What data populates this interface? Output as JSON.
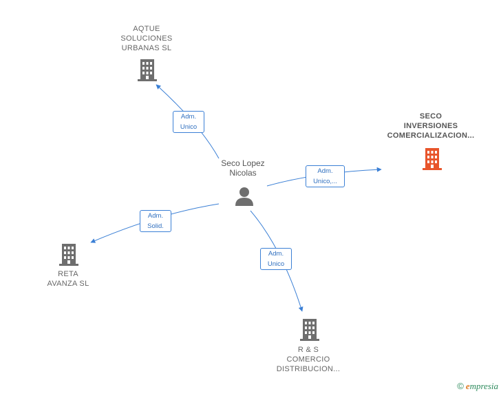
{
  "nodes": {
    "person": {
      "lines": [
        "Seco Lopez",
        "Nicolas"
      ],
      "icon": "person-icon"
    },
    "aqtue": {
      "lines": [
        "AQTUE",
        "SOLUCIONES",
        "URBANAS SL"
      ],
      "icon": "building-icon"
    },
    "seco": {
      "lines": [
        "SECO",
        "INVERSIONES",
        "COMERCIALIZACION..."
      ],
      "icon": "building-icon",
      "color": "#e8552b"
    },
    "reta": {
      "lines": [
        "RETA",
        "AVANZA  SL"
      ],
      "icon": "building-icon"
    },
    "rs": {
      "lines": [
        "R & S",
        "COMERCIO",
        "DISTRIBUCION..."
      ],
      "icon": "building-icon"
    }
  },
  "edges": {
    "aqtue": {
      "lines": [
        "Adm.",
        "Unico"
      ]
    },
    "seco": {
      "lines": [
        "Adm.",
        "Unico,..."
      ]
    },
    "reta": {
      "lines": [
        "Adm.",
        "Solid."
      ]
    },
    "rs": {
      "lines": [
        "Adm.",
        "Unico"
      ]
    }
  },
  "colors": {
    "edge": "#3a7fd5",
    "building": "#6e6e6e",
    "highlight_building": "#e8552b"
  },
  "footer": {
    "copyright": "©",
    "brand_initial": "e",
    "brand_rest": "mpresia"
  }
}
